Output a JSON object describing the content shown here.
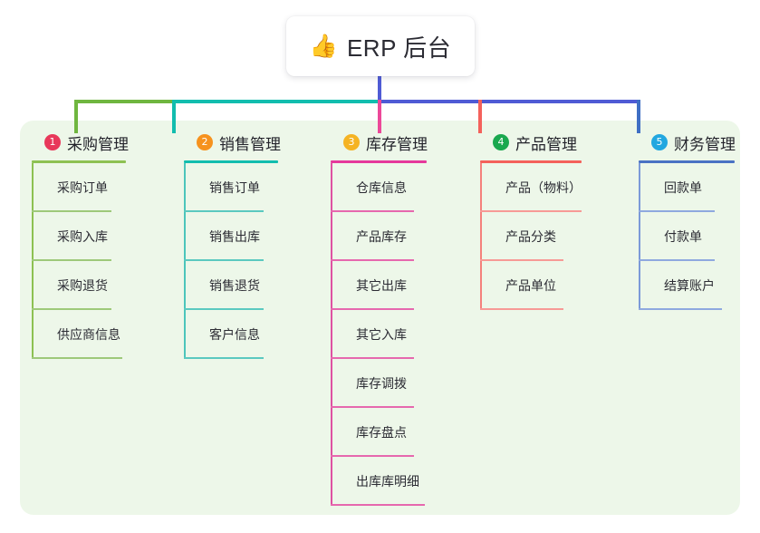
{
  "root": {
    "emoji": "👍",
    "emoji_name": "thumbs-up-icon",
    "title": "ERP 后台"
  },
  "panel": {
    "background": "#edf7e9"
  },
  "connector": {
    "stem_color": "#4f5bd5",
    "bar_colors": [
      "#6fb63f",
      "#12bdae",
      "#4f5bd5"
    ],
    "drop_colors": [
      "#6fb63f",
      "#12bdae",
      "#ec4899",
      "#f4615b",
      "#3f6fc4"
    ]
  },
  "columns": [
    {
      "index": "1",
      "title": "采购管理",
      "badge_color": "#e8385a",
      "line_color": "#8dc152",
      "rule_width": 104,
      "item_rule_width": 88,
      "items": [
        {
          "label": "采购订单"
        },
        {
          "label": "采购入库"
        },
        {
          "label": "采购退货"
        },
        {
          "label": "供应商信息"
        }
      ]
    },
    {
      "index": "2",
      "title": "销售管理",
      "badge_color": "#f6921e",
      "line_color": "#12bdae",
      "rule_width": 104,
      "item_rule_width": 88,
      "items": [
        {
          "label": "销售订单"
        },
        {
          "label": "销售出库"
        },
        {
          "label": "销售退货"
        },
        {
          "label": "客户信息"
        }
      ]
    },
    {
      "index": "3",
      "title": "库存管理",
      "badge_color": "#f5b323",
      "line_color": "#e5399b",
      "rule_width": 106,
      "item_rule_width": 92,
      "items": [
        {
          "label": "仓库信息"
        },
        {
          "label": "产品库存"
        },
        {
          "label": "其它出库"
        },
        {
          "label": "其它入库"
        },
        {
          "label": "库存调拨"
        },
        {
          "label": "库存盘点"
        },
        {
          "label": "出库库明细"
        }
      ]
    },
    {
      "index": "4",
      "title": "产品管理",
      "badge_color": "#1aa84f",
      "line_color": "#f4615b",
      "rule_width": 110,
      "item_rule_width": 98,
      "items": [
        {
          "label": "产品（物料）"
        },
        {
          "label": "产品分类"
        },
        {
          "label": "产品单位"
        }
      ]
    },
    {
      "index": "5",
      "title": "财务管理",
      "badge_color": "#22a7e0",
      "line_color": "#4a72c4",
      "rule_width": 106,
      "item_rule_width": 84,
      "items": [
        {
          "label": "回款单"
        },
        {
          "label": "付款单"
        },
        {
          "label": "结算账户"
        }
      ]
    }
  ]
}
